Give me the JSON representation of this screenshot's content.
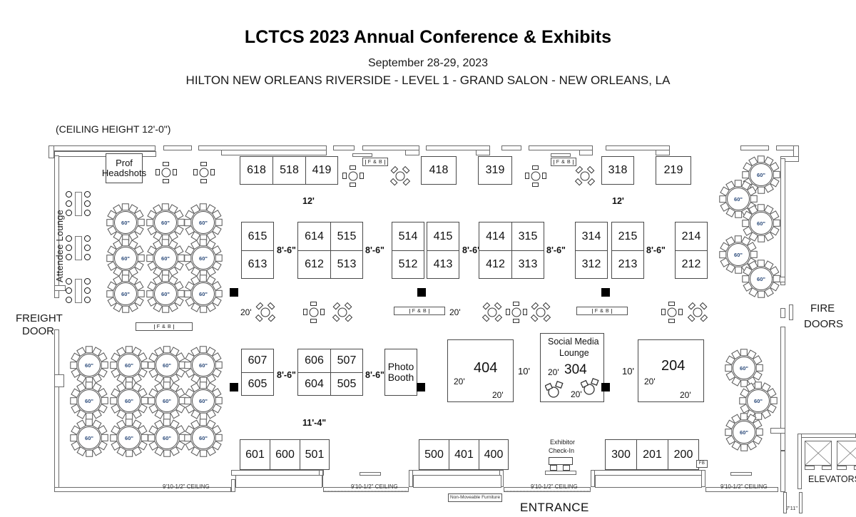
{
  "header": {
    "title": "LCTCS 2023 Annual Conference & Exhibits",
    "dates": "September 28-29, 2023",
    "venue": "HILTON NEW ORLEANS RIVERSIDE - LEVEL 1 - GRAND SALON - NEW ORLEANS, LA"
  },
  "labels": {
    "ceiling_height": "(CEILING HEIGHT 12'-0\")",
    "attendee_lounge": "Attendee Lounge",
    "prof_headshots": "Prof\nHeadshots",
    "prof_headshots_l1": "Prof",
    "prof_headshots_l2": "Headshots",
    "freight_door_l1": "FREIGHT",
    "freight_door_l2": "DOOR",
    "fire_doors_l1": "FIRE",
    "fire_doors_l2": "DOORS",
    "elevators": "ELEVATORS",
    "entrance": "ENTRANCE",
    "photo_booth_l1": "Photo",
    "photo_booth_l2": "Booth",
    "social_media_l1": "Social Media",
    "social_media_l2": "Lounge",
    "exhibitor_checkin_l1": "Exhibitor",
    "exhibitor_checkin_l2": "Check-In",
    "non_moveable": "Non-Moveable Furniture",
    "ceiling_9_10": "9'10-1/2\" CEILING",
    "fb": "F & B",
    "fb_short": "FB",
    "dim_7_11": "7'11\"",
    "table_size": "60\""
  },
  "booths": {
    "row_600_top": [
      "618",
      "518",
      "419"
    ],
    "row_400_top": [
      "418"
    ],
    "row_300_top": [
      "319"
    ],
    "row_318": [
      "318"
    ],
    "row_219": [
      "219"
    ],
    "block_615": [
      [
        "615"
      ],
      [
        "613"
      ]
    ],
    "block_614": [
      [
        "614",
        "515"
      ],
      [
        "612",
        "513"
      ]
    ],
    "block_514": [
      [
        "514"
      ],
      [
        "512"
      ]
    ],
    "block_415": [
      [
        "415"
      ],
      [
        "413"
      ]
    ],
    "block_414": [
      [
        "414",
        "315"
      ],
      [
        "412",
        "313"
      ]
    ],
    "block_314": [
      [
        "314"
      ],
      [
        "312"
      ]
    ],
    "block_215": [
      [
        "215"
      ],
      [
        "213"
      ]
    ],
    "block_214": [
      [
        "214"
      ],
      [
        "212"
      ]
    ],
    "block_607": [
      [
        "607"
      ],
      [
        "605"
      ]
    ],
    "block_606": [
      [
        "606",
        "507"
      ],
      [
        "604",
        "505"
      ]
    ],
    "booth_404": "404",
    "booth_304": "304",
    "booth_204": "204",
    "row_bottom_600": [
      "601",
      "600",
      "501"
    ],
    "row_bottom_500": [
      "500",
      "401",
      "400"
    ],
    "row_bottom_300": [
      "300",
      "201",
      "200"
    ]
  },
  "dimensions": {
    "d12a": "12'",
    "d12b": "12'",
    "d86_1": "8'-6\"",
    "d86_2": "8'-6\"",
    "d86_3": "8'-6\"",
    "d86_4": "8'-6\"",
    "d86_5": "8'-6\"",
    "d86_6": "8'-6\"",
    "d86_7": "8'-6\"",
    "d20a": "20'",
    "d20b": "20'",
    "d20c": "20'",
    "d114": "11'-4\"",
    "d10a": "10'",
    "d10b": "10'",
    "b404_w": "20'",
    "b404_h": "20'",
    "b304_w": "20'",
    "b304_h": "20'",
    "b204_w": "20'",
    "b204_h": "20'"
  },
  "colors": {
    "wall": "#6b6b6b",
    "booth_border": "#4a4a4a",
    "text": "#111111",
    "table_label": "#2b4a7a"
  }
}
